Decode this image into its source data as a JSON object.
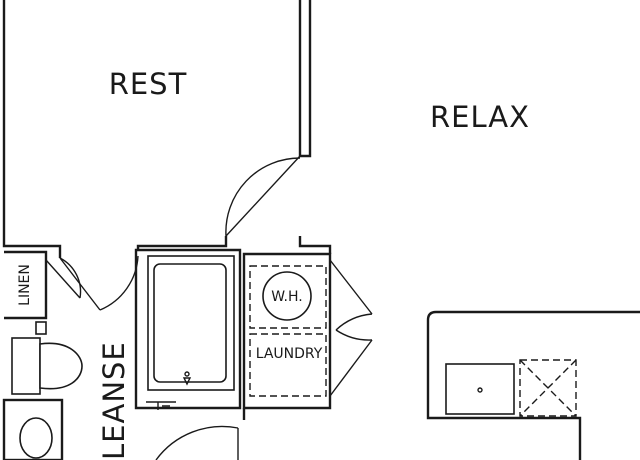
{
  "rooms": {
    "rest": "REST",
    "relax": "RELAX",
    "cleanse": "LEANSE",
    "linen": "LINEN",
    "laundry": "LAUNDRY",
    "water_heater": "W.H."
  }
}
